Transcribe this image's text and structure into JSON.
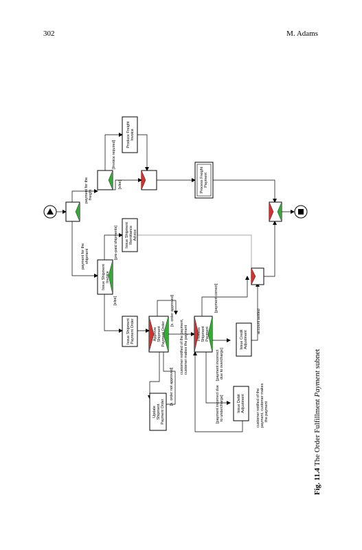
{
  "header": {
    "page_number": "302",
    "author": "M. Adams"
  },
  "caption": {
    "label": "Fig. 11.4",
    "text_before": "The Order Fulfillment",
    "text_italic": "Payment",
    "text_after": "subnet"
  },
  "tasks": {
    "payment_freight": [
      "payment for the",
      "freight"
    ],
    "produce_freight_invoice": [
      "Produce Freight",
      "Invoice"
    ],
    "invoice_required": "[Invoice required]",
    "else_top": "[else]",
    "process_freight_payment": [
      "Process Freight",
      "Payment"
    ],
    "payment_shipment": [
      "payment for the",
      "shipment"
    ],
    "issue_shipment_invoice": [
      "Issue Shipment",
      "Invoice"
    ],
    "pre_paid": "[pre-paid shipments]",
    "issue_remittance": [
      "Issue Shipment",
      "Remittance",
      "Advice"
    ],
    "else_mid": "[else]",
    "issue_payment_order": [
      "Issue Shipment",
      "Payment Order"
    ],
    "approve_payment_order": [
      "Approve",
      "Shipment",
      "Payment Order"
    ],
    "s_order_approved": "[s. order approved]",
    "s_order_not_approved": "[s. order not approved]",
    "update_payment_order": [
      "Update",
      "Shipment",
      "Payment Order"
    ],
    "customer_notified": [
      "customer notified of the payment,",
      "customer makes the payment"
    ],
    "process_shipment_payment": [
      "Process",
      "Shipment",
      "Payment"
    ],
    "payment_correct": "[payment correct]",
    "overcharge": [
      "[payment incorrect",
      "due to overcharge]"
    ],
    "undercharge": [
      "[payment incorrect due",
      "to undercharge]"
    ],
    "issue_credit": [
      "Issue Credit",
      "Adjustment"
    ],
    "issue_debit": [
      "Issue Debit",
      "Adjustment"
    ],
    "account_settled": "account settled",
    "customer_notified_bottom": [
      "customer notified of the",
      "payment, customer makes",
      "the payment"
    ]
  }
}
